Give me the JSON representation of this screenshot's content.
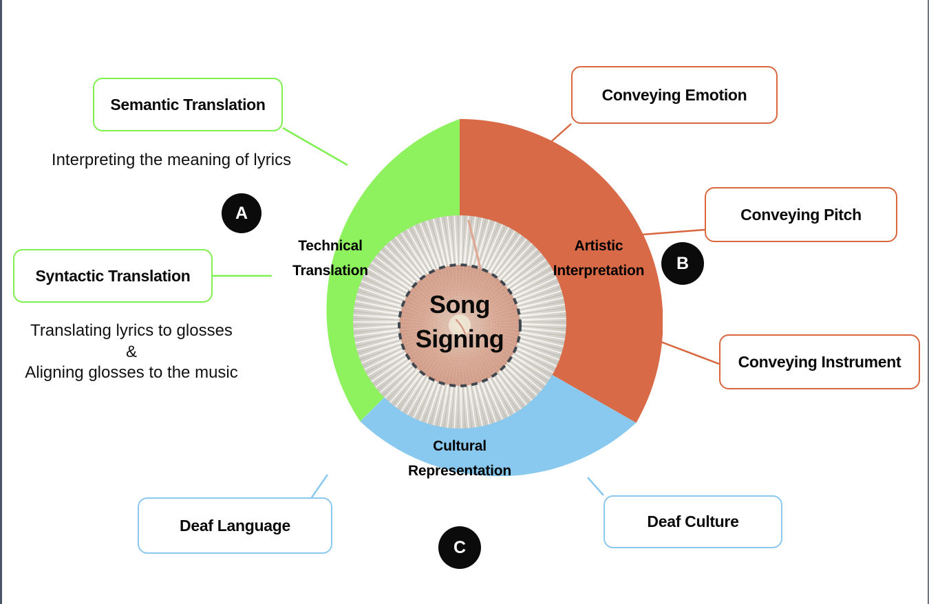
{
  "diagram": {
    "title": "Song Signing",
    "center": {
      "line1": "Song",
      "line2": "Signing",
      "image_name": "woven-textile-disc-photo"
    },
    "segments": [
      {
        "id": "technical",
        "label_line1": "Technical",
        "label_line2": "Translation",
        "color": "#8ef25f",
        "badge": "A"
      },
      {
        "id": "artistic",
        "label_line1": "Artistic",
        "label_line2": "Interpretation",
        "color": "#d86a47",
        "badge": "B"
      },
      {
        "id": "cultural",
        "label_line1": "Cultural",
        "label_line2": "Representation",
        "color": "#8ac9ef",
        "badge": "C"
      }
    ],
    "callouts": {
      "semantic_translation": "Semantic Translation",
      "syntactic_translation": "Syntactic Translation",
      "conveying_emotion": "Conveying Emotion",
      "conveying_pitch": "Conveying Pitch",
      "conveying_instrument": "Conveying Instrument",
      "deaf_language": "Deaf Language",
      "deaf_culture": "Deaf Culture"
    },
    "captions": {
      "semantic": "Interpreting the meaning of lyrics",
      "syntactic": "Translating lyrics to glosses\n&\nAligning glosses to the music"
    },
    "badges": {
      "a": "A",
      "b": "B",
      "c": "C"
    },
    "colors": {
      "green": "#8ef25f",
      "green_border": "#7ef04f",
      "orange": "#d86a47",
      "orange_border": "#d9663f",
      "blue": "#8ac9ef",
      "blue_border": "#8ac9ef",
      "badge": "#0b0b0b",
      "frame": "#4a5568"
    }
  }
}
